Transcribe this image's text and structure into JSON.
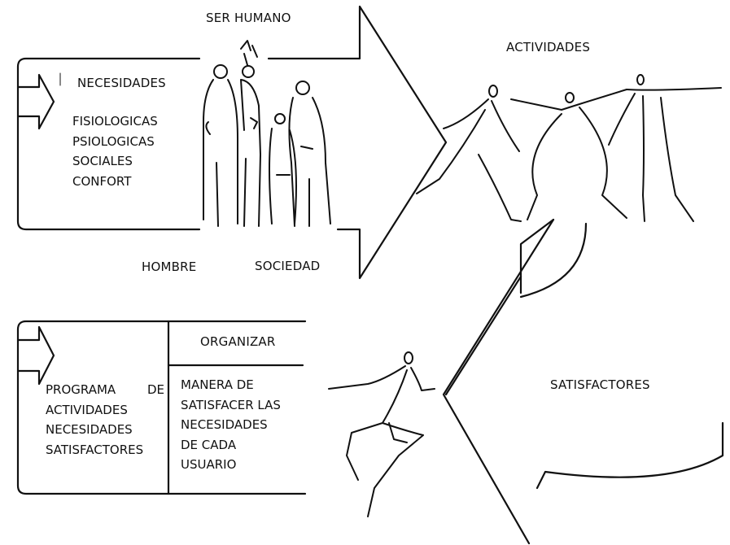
{
  "labels": {
    "ser_humano": "SER HUMANO",
    "actividades": "ACTIVIDADES",
    "necesidades": "NECESIDADES",
    "hombre": "HOMBRE",
    "sociedad": "SOCIEDAD",
    "organizar": "ORGANIZAR",
    "satisfactores": "SATISFACTORES"
  },
  "needs_list": [
    "FISIOLOGICAS",
    "PSIOLOGICAS",
    "SOCIALES",
    "CONFORT"
  ],
  "programa": {
    "line1_left": "PROGRAMA",
    "line1_right": "DE",
    "lines": [
      "ACTIVIDADES",
      "NECESIDADES",
      "SATISFACTORES"
    ]
  },
  "manera_lines": [
    "MANERA DE",
    "SATISFACER LAS",
    "NECESIDADES",
    "DE CADA",
    "USUARIO"
  ]
}
